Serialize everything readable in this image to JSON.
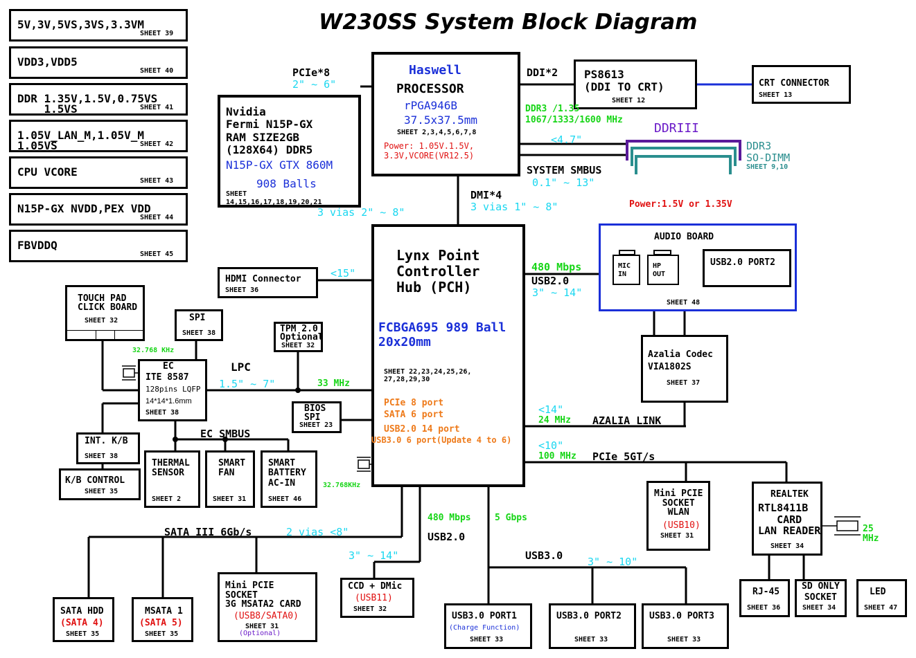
{
  "title": "W230SS System Block Diagram",
  "power_sheets": [
    {
      "label": "5V,3V,5VS,3VS,3.3VM",
      "sheet": "SHEET 39"
    },
    {
      "label": "VDD3,VDD5",
      "sheet": "SHEET 40"
    },
    {
      "label": "DDR 1.35V,1.5V,0.75VS\n    1.5VS",
      "sheet": "SHEET 41"
    },
    {
      "label": "1.05V_LAN_M,1.05V_M\n1.05VS",
      "sheet": "SHEET 42"
    },
    {
      "label": "CPU VCORE",
      "sheet": "SHEET 43"
    },
    {
      "label": "N15P-GX NVDD,PEX VDD",
      "sheet": "SHEET 44"
    },
    {
      "label": "FBVDDQ",
      "sheet": "SHEET 45"
    }
  ],
  "cpu": {
    "name": "Haswell",
    "label": "PROCESSOR",
    "package": "rPGA946B",
    "size": "37.5x37.5mm",
    "sheet": "SHEET 2,3,4,5,6,7,8",
    "power": "Power: 1.05V.1.5V,\n3.3V,VCORE(VR12.5)"
  },
  "gpu": {
    "lines": "Nvidia\nFermi N15P-GX\nRAM SIZE2GB\n(128X64) DDR5",
    "model": "N15P-GX GTX 860M",
    "balls": "908 Balls",
    "sheet": "SHEET\n14,15,16,17,18,19,20,21"
  },
  "pcie8": {
    "label": "PCIe*8",
    "len": "2\" ~ 6\""
  },
  "ps8613": {
    "label": "PS8613\n(DDI TO CRT)",
    "sheet": "SHEET 12"
  },
  "ddi": {
    "label": "DDI*2"
  },
  "crt": {
    "label": "CRT CONNECTOR",
    "sheet": "SHEET 13"
  },
  "ddr3": {
    "speed": "DDR3 /1.35\n1067/1333/1600 MHz",
    "len": "<4.7\"",
    "ddriii": "DDRIII",
    "sodimm": "DDR3\nSO-DIMM",
    "sheet": "SHEET 9,10",
    "power": "Power:1.5V or 1.35V"
  },
  "smbus": {
    "label": "SYSTEM SMBUS",
    "len": "0.1\" ~ 13\""
  },
  "dmi": {
    "label": "DMI*4",
    "len": "3 vias 1\" ~ 8\""
  },
  "gpu_vias": "3 vias 2\" ~ 8\"",
  "pch": {
    "name": "Lynx Point\nController\nHub (PCH)",
    "package": "FCBGA695 989 Ball\n20x20mm",
    "sheet": "SHEET 22,23,24,25,26,\n27,28,29,30",
    "features": [
      "PCIe 8 port",
      "SATA 6 port",
      "USB2.0 14 port",
      "USB3.0 6 port(Update 4 to 6)"
    ]
  },
  "hdmi": {
    "label": "HDMI Connector",
    "sheet": "SHEET 36",
    "len": "<15\""
  },
  "audio_board": {
    "title": "AUDIO BOARD",
    "mic": "MIC\nIN",
    "hp": "HP\nOUT",
    "usb": "USB2.0 PORT2",
    "sheet": "SHEET 48",
    "speed": "480 Mbps",
    "bus": "USB2.0",
    "len": "3\" ~ 14\""
  },
  "codec": {
    "label": "Azalia Codec\nVIA1802S",
    "sheet": "SHEET 37"
  },
  "azalia": {
    "len": "<14\"",
    "freq": "24 MHz",
    "label": "AZALIA LINK"
  },
  "pcie5": {
    "len": "<10\"",
    "freq": "100 MHz",
    "label": "PCIe 5GT/s"
  },
  "touchpad": {
    "label": "TOUCH PAD\nCLICK BOARD",
    "sheet": "SHEET 32"
  },
  "spi": {
    "label": "SPI",
    "sheet": "SHEET 38"
  },
  "tpm": {
    "label": "TPM 2.0\nOptional",
    "sheet": "SHEET 32"
  },
  "ec": {
    "title": "EC",
    "chip": "ITE 8587",
    "pkg": "128pins LQFP",
    "size": "14*14*1.6mm",
    "sheet": "SHEET 38",
    "xtal": "32.768 KHz"
  },
  "lpc": {
    "label": "LPC",
    "len": "1.5\" ~ 7\"",
    "freq": "33 MHz"
  },
  "bios": {
    "label": "BIOS\nSPI",
    "sheet": "SHEET 23"
  },
  "kb": {
    "label": "INT. K/B",
    "sheet": "SHEET 38"
  },
  "kbctrl": {
    "label": "K/B CONTROL",
    "sheet": "SHEET 35"
  },
  "ec_smbus": "EC SMBUS",
  "thermal": {
    "label": "THERMAL\nSENSOR",
    "sheet": "SHEET 2"
  },
  "fan": {
    "label": "SMART\nFAN",
    "sheet": "SHEET 31"
  },
  "battery": {
    "label": "SMART\nBATTERY\nAC-IN",
    "sheet": "SHEET 46"
  },
  "pch_xtal": "32.768KHz",
  "sata": {
    "label": "SATA III 6Gb/s",
    "len": "2 vias <8\""
  },
  "sata_hdd": {
    "label": "SATA HDD",
    "port": "(SATA 4)",
    "sheet": "SHEET 35"
  },
  "msata": {
    "label": "MSATA 1",
    "port": "(SATA 5)",
    "sheet": "SHEET 35"
  },
  "minipcie_3g": {
    "label": "Mini PCIE\nSOCKET\n3G MSATA2 CARD",
    "port": "(USB8/SATA0)",
    "sheet": "SHEET 31",
    "opt": "(Optional)"
  },
  "usb2_bottom": {
    "speed": "480 Mbps",
    "label": "USB2.0",
    "len": "3\" ~ 14\""
  },
  "usb3_bottom": {
    "speed": "5 Gbps",
    "label": "USB3.0",
    "len": "3\" ~ 10\""
  },
  "ccd": {
    "label": "CCD + DMic",
    "port": "(USB11)",
    "sheet": "SHEET 32"
  },
  "usb3p1": {
    "label": "USB3.0 PORT1",
    "note": "(Charge Function)",
    "sheet": "SHEET 33"
  },
  "usb3p2": {
    "label": "USB3.0 PORT2",
    "sheet": "SHEET 33"
  },
  "usb3p3": {
    "label": "USB3.0 PORT3",
    "sheet": "SHEET 33"
  },
  "wlan": {
    "label": "Mini PCIE\nSOCKET\nWLAN",
    "port": "(USB10)",
    "sheet": "SHEET 31"
  },
  "realtek": {
    "label": "REALTEK",
    "chip": "RTL8411B",
    "desc": "CARD\nLAN READER",
    "sheet": "SHEET 34",
    "xtal": "25\nMHz"
  },
  "rj45": {
    "label": "RJ-45",
    "sheet": "SHEET 36"
  },
  "sd": {
    "label": "SD ONLY\nSOCKET",
    "sheet": "SHEET 34"
  },
  "led": {
    "label": "LED",
    "sheet": "SHEET 47"
  }
}
